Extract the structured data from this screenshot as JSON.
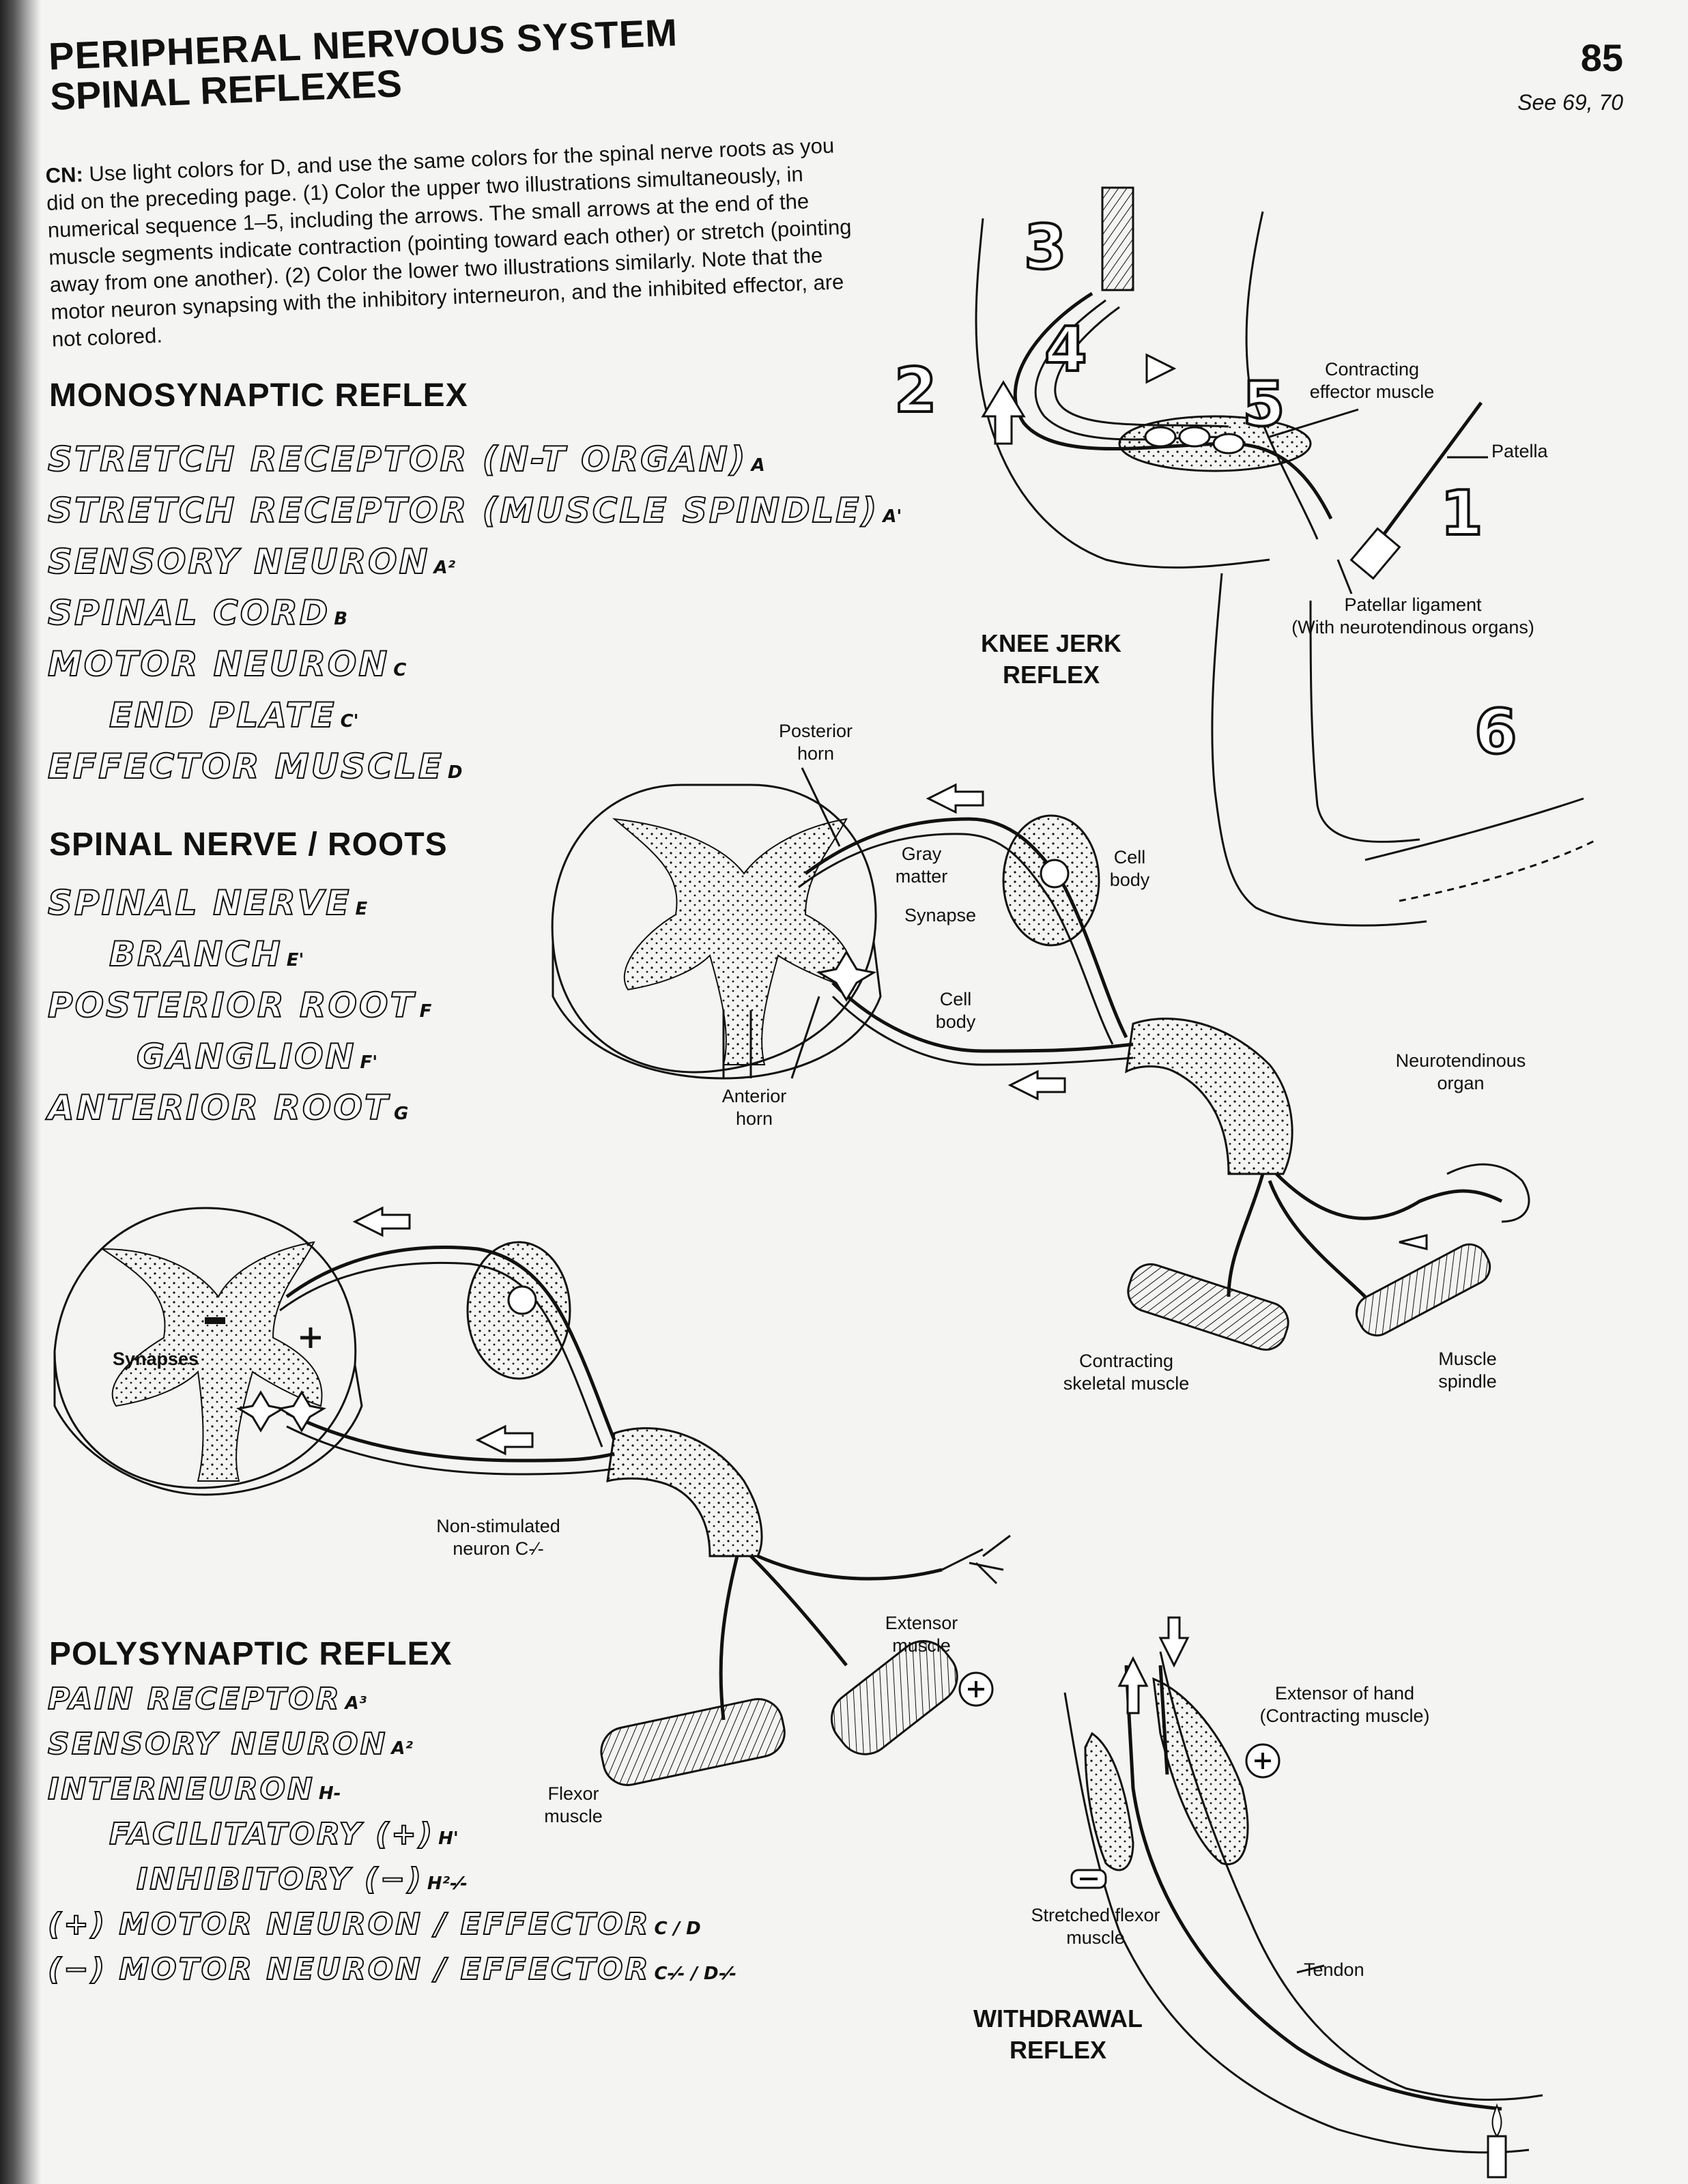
{
  "header": {
    "title_line1": "PERIPHERAL NERVOUS SYSTEM",
    "title_line2": "SPINAL REFLEXES",
    "page_number": "85",
    "see_ref": "See 69, 70"
  },
  "instructions": {
    "prefix": "CN:",
    "text": "Use light colors for D, and use the same colors for the spinal nerve roots as you did on the preceding page. (1) Color the upper two illustrations simultaneously, in numerical sequence 1–5, including the arrows. The small arrows at the end of the muscle segments indicate contraction (pointing toward each other) or stretch (pointing away from one another). (2) Color the lower two illustrations similarly. Note that the motor neuron synapsing with the inhibitory interneuron, and the inhibited effector, are not colored."
  },
  "monosynaptic": {
    "heading": "MONOSYNAPTIC REFLEX",
    "items": [
      {
        "name": "STRETCH RECEPTOR (N-T ORGAN)",
        "code": "A"
      },
      {
        "name": "STRETCH RECEPTOR (MUSCLE SPINDLE)",
        "code": "A'"
      },
      {
        "name": "SENSORY NEURON",
        "code": "A²"
      },
      {
        "name": "SPINAL CORD",
        "code": "B"
      },
      {
        "name": "MOTOR NEURON",
        "code": "C"
      },
      {
        "name": "END PLATE",
        "code": "C'"
      },
      {
        "name": "EFFECTOR MUSCLE",
        "code": "D"
      }
    ]
  },
  "spinal_nerve": {
    "heading": "SPINAL NERVE / ROOTS",
    "items": [
      {
        "name": "SPINAL NERVE",
        "code": "E"
      },
      {
        "name": "BRANCH",
        "code": "E'"
      },
      {
        "name": "POSTERIOR ROOT",
        "code": "F"
      },
      {
        "name": "GANGLION",
        "code": "F'"
      },
      {
        "name": "ANTERIOR ROOT",
        "code": "G"
      }
    ]
  },
  "polysynaptic": {
    "heading": "POLYSYNAPTIC REFLEX",
    "items": [
      {
        "name": "PAIN RECEPTOR",
        "code": "A³"
      },
      {
        "name": "SENSORY NEURON",
        "code": "A²"
      },
      {
        "name": "INTERNEURON",
        "code": "H-"
      },
      {
        "name": "FACILITATORY (+)",
        "code": "H'"
      },
      {
        "name": "INHIBITORY (−)",
        "code": "H²-⁄-"
      },
      {
        "name": "(+) MOTOR NEURON / EFFECTOR",
        "code": "C / D"
      },
      {
        "name": "(−) MOTOR NEURON / EFFECTOR",
        "code": "C-⁄- / D-⁄-"
      }
    ]
  },
  "knee_jerk": {
    "title": "KNEE JERK REFLEX",
    "labels": {
      "contracting_effector": "Contracting effector muscle",
      "patella": "Patella",
      "patellar_ligament": "Patellar ligament",
      "neurotendinous": "(With neurotendinous organs)"
    },
    "steps": [
      "1",
      "2",
      "3",
      "4",
      "5",
      "6"
    ]
  },
  "cord_diagram": {
    "labels": {
      "posterior_horn": "Posterior horn",
      "gray_matter": "Gray matter",
      "synapse": "Synapse",
      "cell_body_1": "Cell body",
      "cell_body_2": "Cell body",
      "anterior_horn": "Anterior horn",
      "neurotendinous_organ": "Neurotendinous organ",
      "contracting_skeletal": "Contracting skeletal muscle",
      "muscle_spindle": "Muscle spindle"
    }
  },
  "poly_diagram": {
    "labels": {
      "synapses": "Synapses",
      "non_stimulated": "Non-stimulated neuron C-⁄-",
      "extensor_muscle": "Extensor muscle",
      "flexor_muscle": "Flexor muscle"
    }
  },
  "withdrawal": {
    "title": "WITHDRAWAL REFLEX",
    "labels": {
      "extensor_hand": "Extensor of hand (Contracting muscle)",
      "stretched_flexor": "Stretched flexor muscle",
      "tendon": "Tendon"
    }
  },
  "colors": {
    "ink": "#111111",
    "paper": "#f4f4f2"
  }
}
